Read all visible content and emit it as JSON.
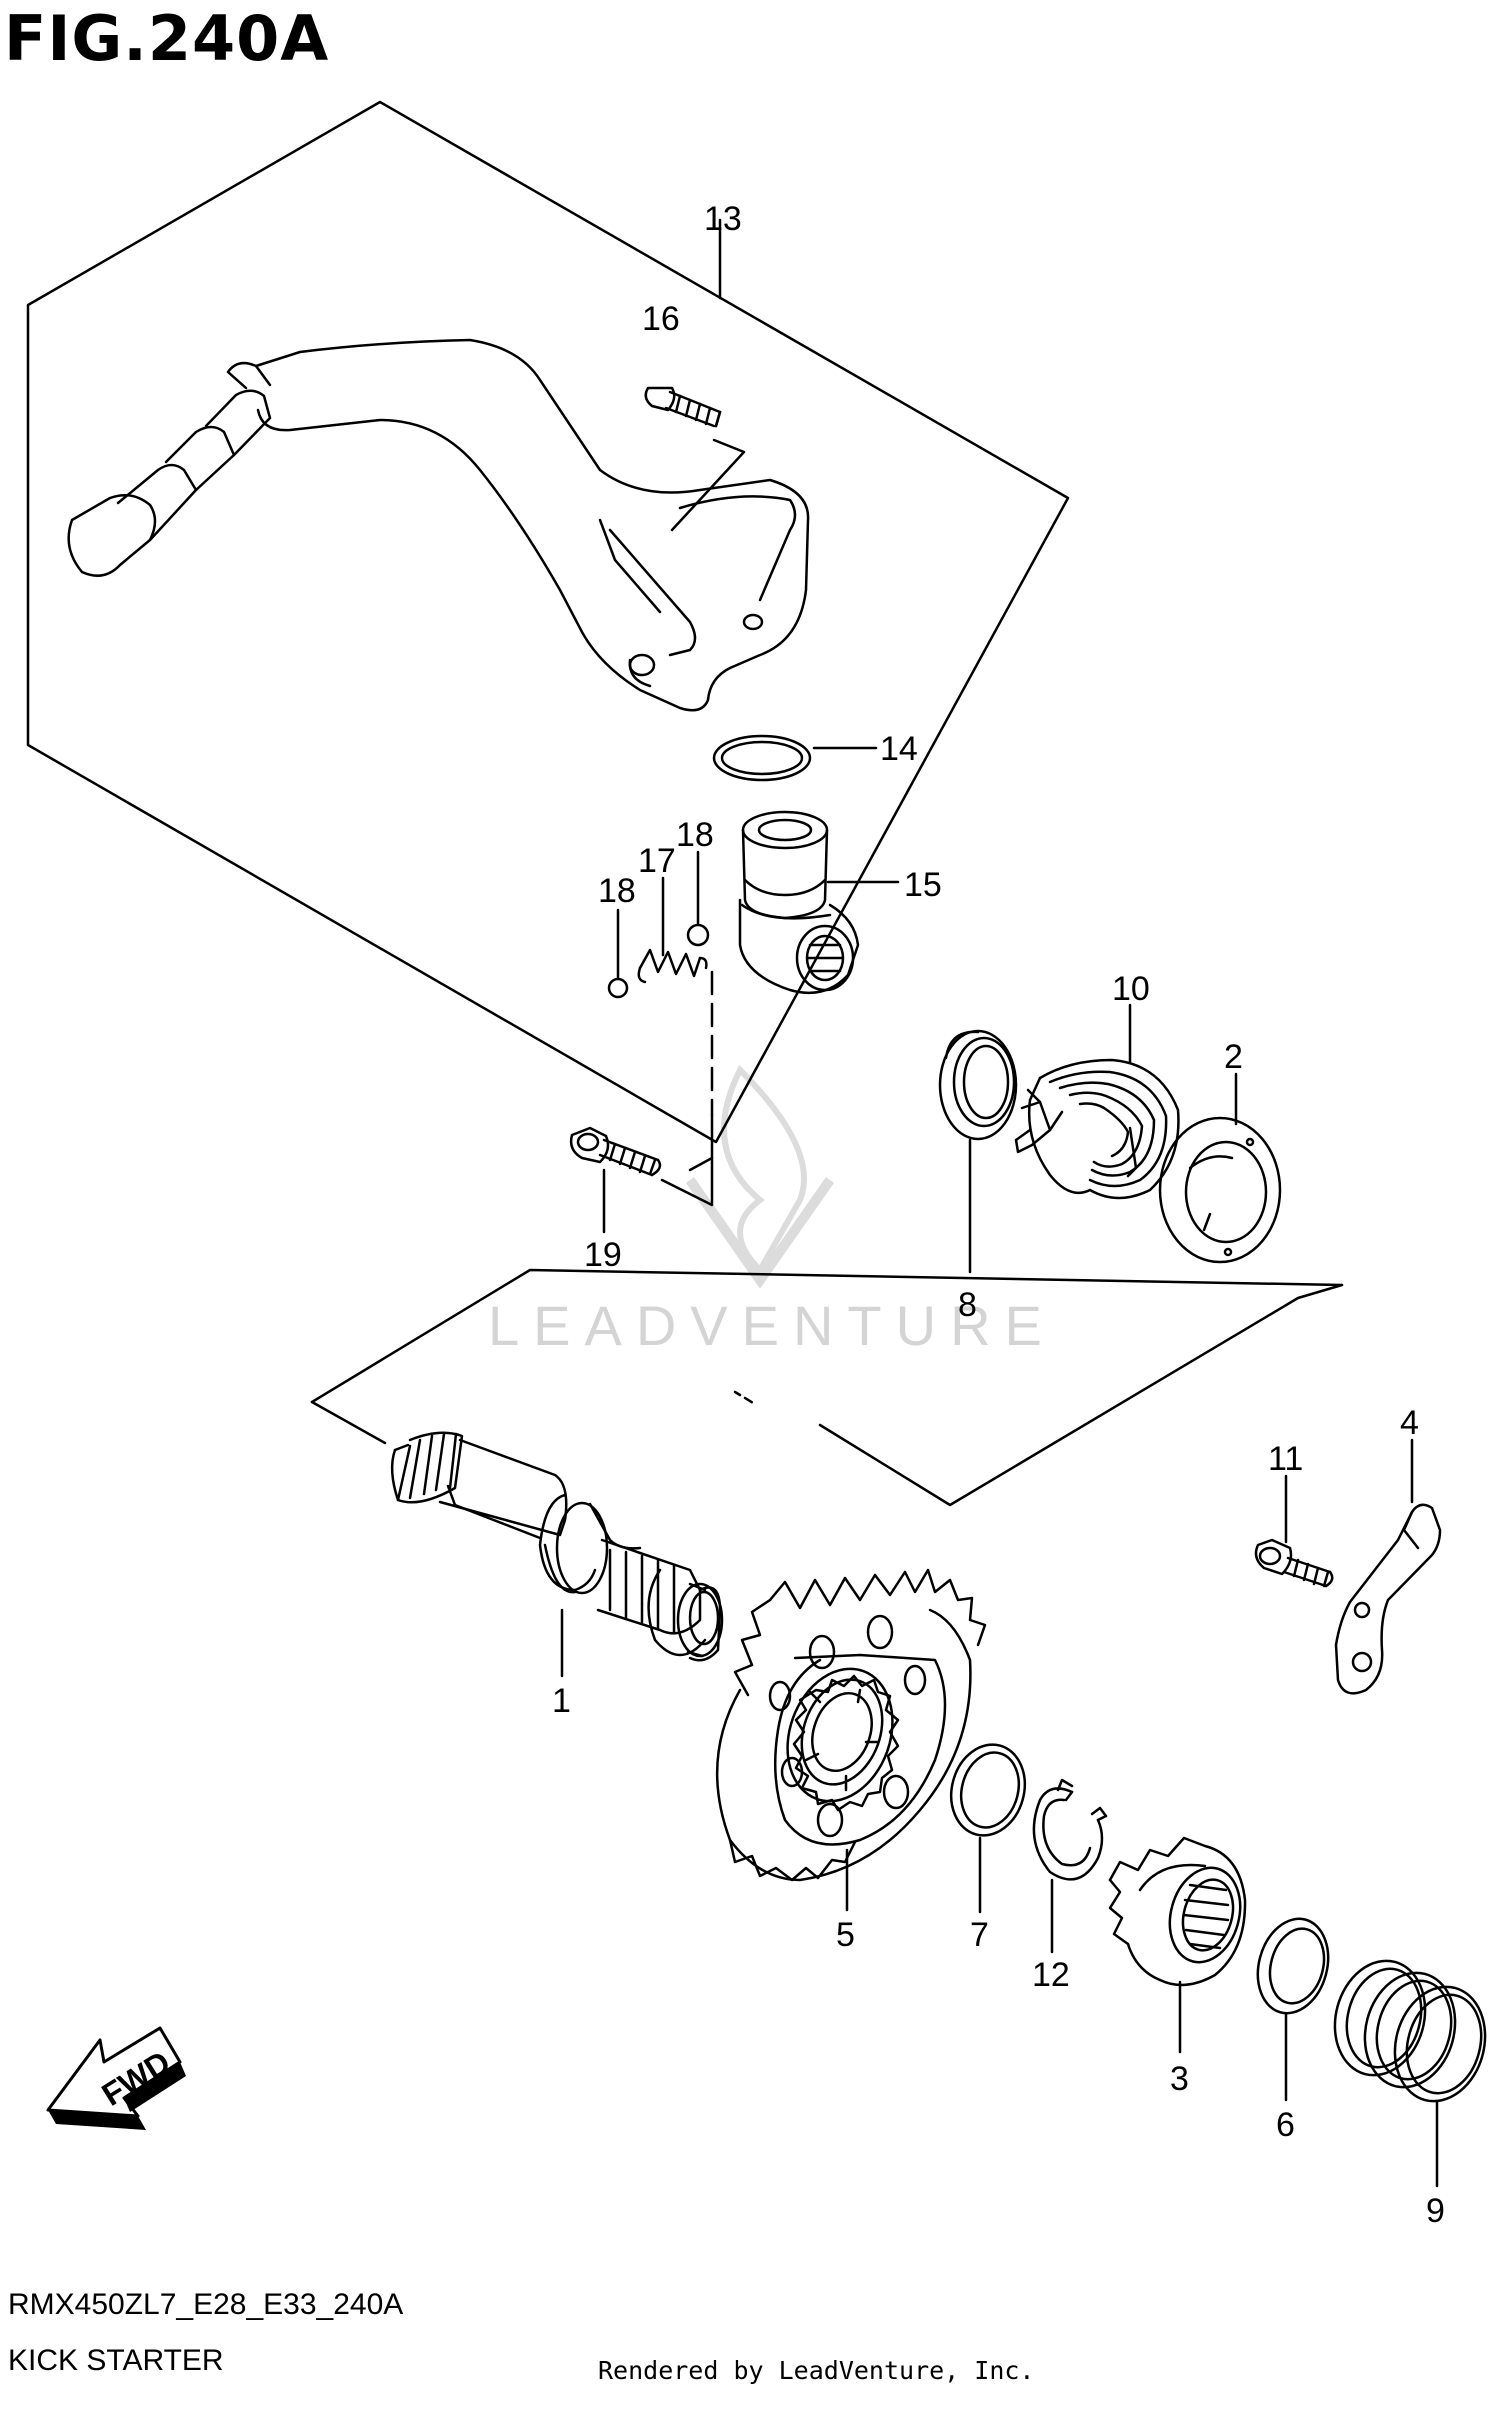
{
  "figure": {
    "title": "FIG.240A",
    "code": "RMX450ZL7_E28_E33_240A",
    "name": "KICK STARTER",
    "credit": "Rendered by LeadVenture, Inc.",
    "watermark": "LEADVENTURE"
  },
  "callouts": {
    "c1": "1",
    "c2": "2",
    "c3": "3",
    "c4": "4",
    "c5": "5",
    "c6": "6",
    "c7": "7",
    "c8": "8",
    "c9": "9",
    "c10": "10",
    "c11": "11",
    "c12": "12",
    "c13": "13",
    "c14": "14",
    "c15": "15",
    "c16": "16",
    "c17": "17",
    "c18a": "18",
    "c18b": "18",
    "c19": "19"
  },
  "direction_arrow": {
    "label": "FWD",
    "icon": "fwd-arrow-icon"
  },
  "colors": {
    "line": "#000000",
    "watermark": "#d4d4d4",
    "background": "#ffffff"
  }
}
